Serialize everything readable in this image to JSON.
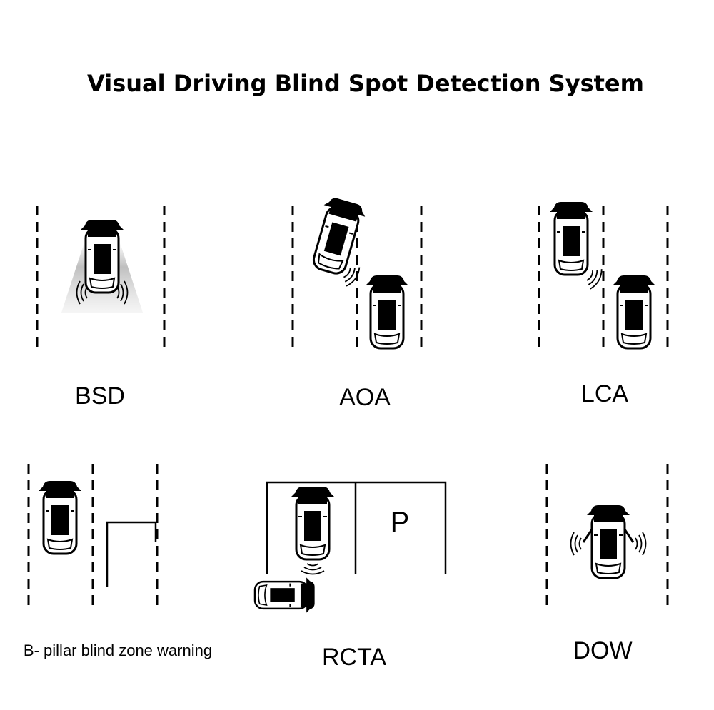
{
  "title": "Visual Driving Blind Spot Detection System",
  "scenes": [
    {
      "id": "bsd",
      "label": "BSD"
    },
    {
      "id": "aoa",
      "label": "AOA"
    },
    {
      "id": "lca",
      "label": "LCA"
    },
    {
      "id": "bpillar",
      "label": "B- pillar blind zone warning"
    },
    {
      "id": "rcta",
      "label": "RCTA",
      "parking_sign": "P"
    },
    {
      "id": "dow",
      "label": "DOW"
    }
  ],
  "colors": {
    "ink": "#000000",
    "car_body": "#ffffff",
    "car_window": "#000000",
    "beam": "#8a8a8a"
  }
}
